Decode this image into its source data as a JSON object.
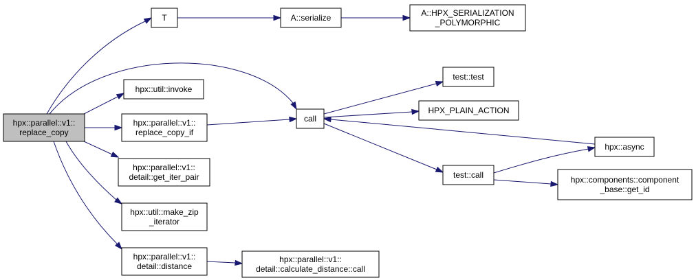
{
  "colors": {
    "edge": "#191970",
    "node_fill": "#ffffff",
    "root_fill": "#bfbfbf",
    "node_border": "#000000"
  },
  "nodes": [
    {
      "id": "root",
      "lines": [
        "hpx::parallel::v1::",
        "replace_copy"
      ],
      "highlight": true
    },
    {
      "id": "T",
      "lines": [
        "T"
      ]
    },
    {
      "id": "serialize",
      "lines": [
        "A::serialize"
      ]
    },
    {
      "id": "hpxser",
      "lines": [
        "A::HPX_SERIALIZATION",
        "_POLYMORPHIC"
      ]
    },
    {
      "id": "invoke",
      "lines": [
        "hpx::util::invoke"
      ]
    },
    {
      "id": "rcif",
      "lines": [
        "hpx::parallel::v1::",
        "replace_copy_if"
      ]
    },
    {
      "id": "iterpair",
      "lines": [
        "hpx::parallel::v1::",
        "detail::get_iter_pair"
      ]
    },
    {
      "id": "zip",
      "lines": [
        "hpx::util::make_zip",
        "_iterator"
      ]
    },
    {
      "id": "distance",
      "lines": [
        "hpx::parallel::v1::",
        "detail::distance"
      ]
    },
    {
      "id": "calcdist",
      "lines": [
        "hpx::parallel::v1::",
        "detail::calculate_distance::call"
      ]
    },
    {
      "id": "call",
      "lines": [
        "call"
      ]
    },
    {
      "id": "testtest",
      "lines": [
        "test::test"
      ]
    },
    {
      "id": "plain",
      "lines": [
        "HPX_PLAIN_ACTION"
      ]
    },
    {
      "id": "testcall",
      "lines": [
        "test::call"
      ]
    },
    {
      "id": "async",
      "lines": [
        "hpx::async"
      ]
    },
    {
      "id": "getid",
      "lines": [
        "hpx::components::component",
        "_base::get_id"
      ]
    }
  ],
  "edges": [
    {
      "from": "root",
      "to": "T"
    },
    {
      "from": "root",
      "to": "call"
    },
    {
      "from": "root",
      "to": "invoke"
    },
    {
      "from": "root",
      "to": "rcif"
    },
    {
      "from": "root",
      "to": "iterpair"
    },
    {
      "from": "root",
      "to": "zip"
    },
    {
      "from": "root",
      "to": "distance"
    },
    {
      "from": "T",
      "to": "serialize"
    },
    {
      "from": "serialize",
      "to": "hpxser"
    },
    {
      "from": "rcif",
      "to": "call"
    },
    {
      "from": "distance",
      "to": "calcdist"
    },
    {
      "from": "call",
      "to": "testtest"
    },
    {
      "from": "call",
      "to": "plain"
    },
    {
      "from": "call",
      "to": "testcall"
    },
    {
      "from": "async",
      "to": "call"
    },
    {
      "from": "testcall",
      "to": "async"
    },
    {
      "from": "testcall",
      "to": "getid"
    }
  ]
}
